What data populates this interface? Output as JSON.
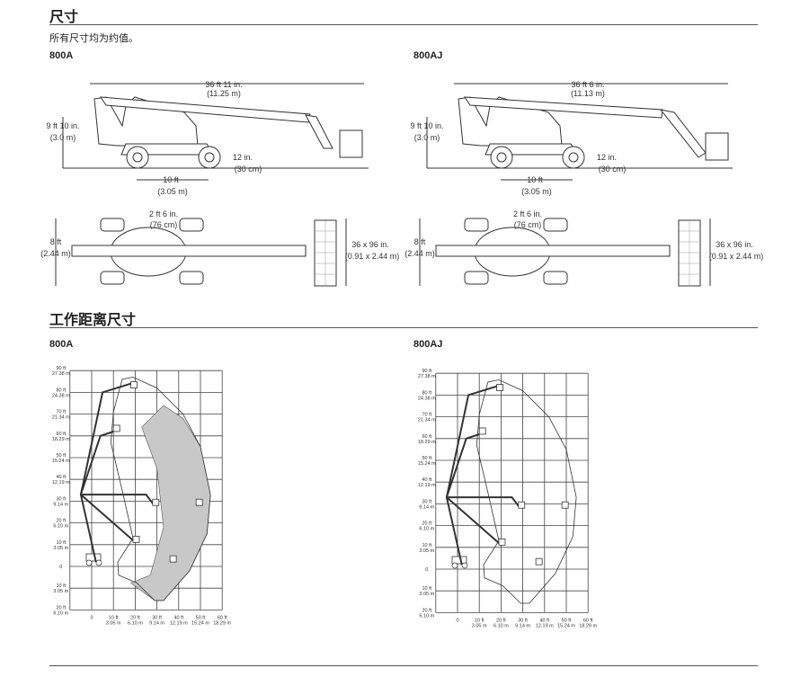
{
  "section1": {
    "title": "尺寸",
    "note": "所有尺寸均为约值。",
    "models": [
      {
        "name": "800A",
        "length": "36 ft 11 in.",
        "length_m": "(11.25 m)",
        "height": "9 ft 10 in.",
        "height_m": "(3.0 m)",
        "clearance": "12 in.",
        "clearance_m": "(30 cm)",
        "wheelbase": "10 ft",
        "wheelbase_m": "(3.05 m)",
        "turret": "2 ft 6 in.",
        "turret_m": "(76 cm)",
        "width": "8 ft",
        "width_m": "(2.44 m)",
        "platform": "36 x 96 in.",
        "platform_m": "(0.91 x 2.44 m)"
      },
      {
        "name": "800AJ",
        "length": "36 ft 6 in.",
        "length_m": "(11.13 m)",
        "height": "9 ft 10 in.",
        "height_m": "(3.0 m)",
        "clearance": "12 in.",
        "clearance_m": "(30 cm)",
        "wheelbase": "10 ft",
        "wheelbase_m": "(3.05 m)",
        "turret": "2 ft 6 in.",
        "turret_m": "(76 cm)",
        "width": "8 ft",
        "width_m": "(2.44 m)",
        "platform": "36 x 96 in.",
        "platform_m": "(0.91 x 2.44 m)"
      }
    ]
  },
  "section2": {
    "title": "工作距离尺寸",
    "models": [
      "800A",
      "800AJ"
    ],
    "y_ticks": [
      {
        "ft": "90 ft",
        "m": "27.38 m"
      },
      {
        "ft": "80 ft",
        "m": "24.38 m"
      },
      {
        "ft": "70 ft",
        "m": "21.34 m"
      },
      {
        "ft": "60 ft",
        "m": "18.29 m"
      },
      {
        "ft": "50 ft",
        "m": "15.24 m"
      },
      {
        "ft": "40 ft",
        "m": "12.19 m"
      },
      {
        "ft": "30 ft",
        "m": "9.14 m"
      },
      {
        "ft": "20 ft",
        "m": "6.10 m"
      },
      {
        "ft": "10 ft",
        "m": "3.05 m"
      },
      {
        "ft": "0",
        "m": ""
      },
      {
        "ft": "10 ft",
        "m": "3.05 m"
      },
      {
        "ft": "20 ft",
        "m": "6.10 m"
      }
    ],
    "x_ticks": [
      {
        "ft": "0",
        "m": ""
      },
      {
        "ft": "10 ft",
        "m": "3.05 m"
      },
      {
        "ft": "20 ft",
        "m": "6.10 m"
      },
      {
        "ft": "30 ft",
        "m": "9.14 m"
      },
      {
        "ft": "40 ft",
        "m": "12.19 m"
      },
      {
        "ft": "50 ft",
        "m": "15.24 m"
      },
      {
        "ft": "60 ft",
        "m": "18.29 m"
      }
    ]
  }
}
